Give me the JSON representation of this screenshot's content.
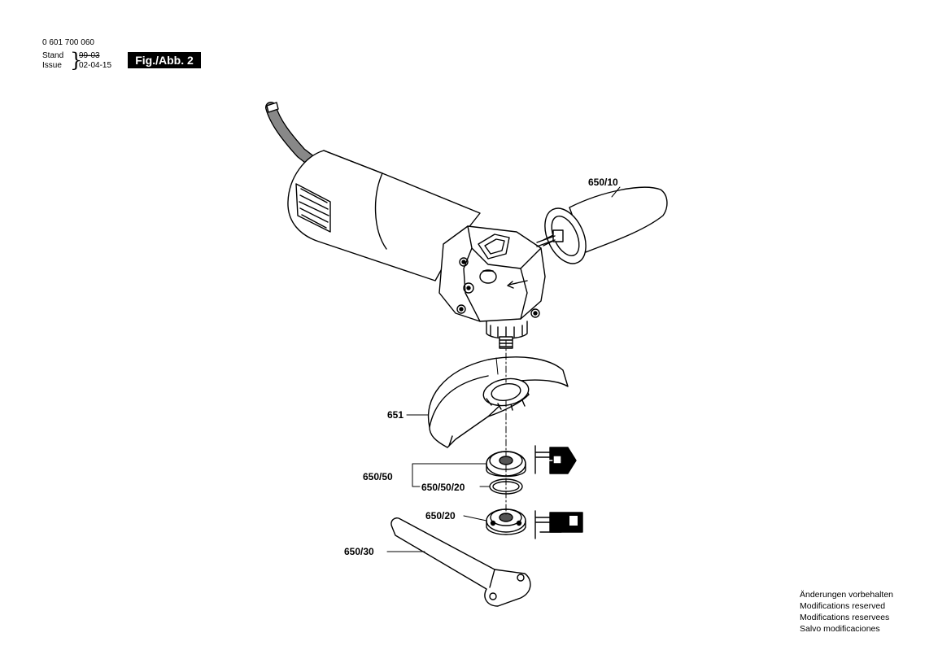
{
  "header": {
    "part_number": "0 601 700 060",
    "stand_label": "Stand",
    "issue_label": "Issue",
    "old_date": "99-03",
    "new_date": "02-04-15",
    "figure_badge": "Fig./Abb. 2"
  },
  "parts": {
    "p650_10": "650/10",
    "p651": "651",
    "p650_50": "650/50",
    "p650_50_20": "650/50/20",
    "p650_20": "650/20",
    "p650_30": "650/30"
  },
  "notes": [
    "Änderungen vorbehalten",
    "Modifications reserved",
    "Modifications reservees",
    "Salvo modificaciones"
  ]
}
